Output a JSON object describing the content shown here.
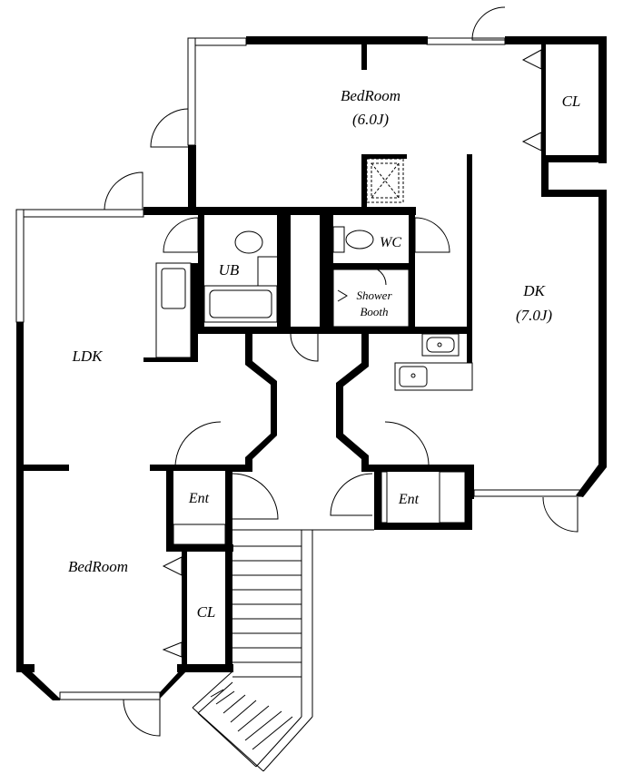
{
  "rooms": {
    "bedroom_top": {
      "name": "BedRoom",
      "size": "(6.0J)"
    },
    "cl_top": {
      "name": "CL"
    },
    "dk": {
      "name": "DK",
      "size": "(7.0J)"
    },
    "wc": {
      "name": "WC"
    },
    "ub": {
      "name": "UB"
    },
    "shower": {
      "line1": "Shower",
      "line2": "Booth"
    },
    "ldk": {
      "name": "LDK"
    },
    "ent_left": {
      "name": "Ent"
    },
    "ent_right": {
      "name": "Ent"
    },
    "bedroom_bottom": {
      "name": "BedRoom"
    },
    "cl_bottom": {
      "name": "CL"
    }
  }
}
